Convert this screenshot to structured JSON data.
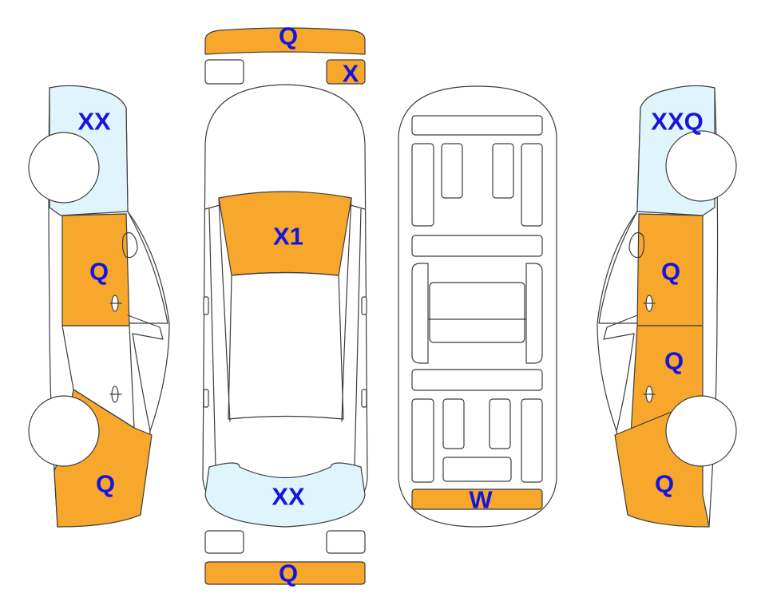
{
  "colors": {
    "damage_fill": "#f7a72b",
    "glass_fill": "#dff4fb",
    "outline": "#3c3c3c",
    "label": "#1515e0",
    "background": "#ffffff"
  },
  "marks": {
    "front_bumper": "Q",
    "right_headlight": "X",
    "left_side_front_fender": "XX",
    "left_side_front_door": "Q",
    "left_side_rear_quarter": "Q",
    "windshield": "X1",
    "rear_window": "XX",
    "underbody_rear": "W",
    "rear_bumper": "Q",
    "right_side_front_fender": "XXQ",
    "right_side_front_door": "Q",
    "right_side_rear_door": "Q",
    "right_side_rear_quarter": "Q"
  }
}
